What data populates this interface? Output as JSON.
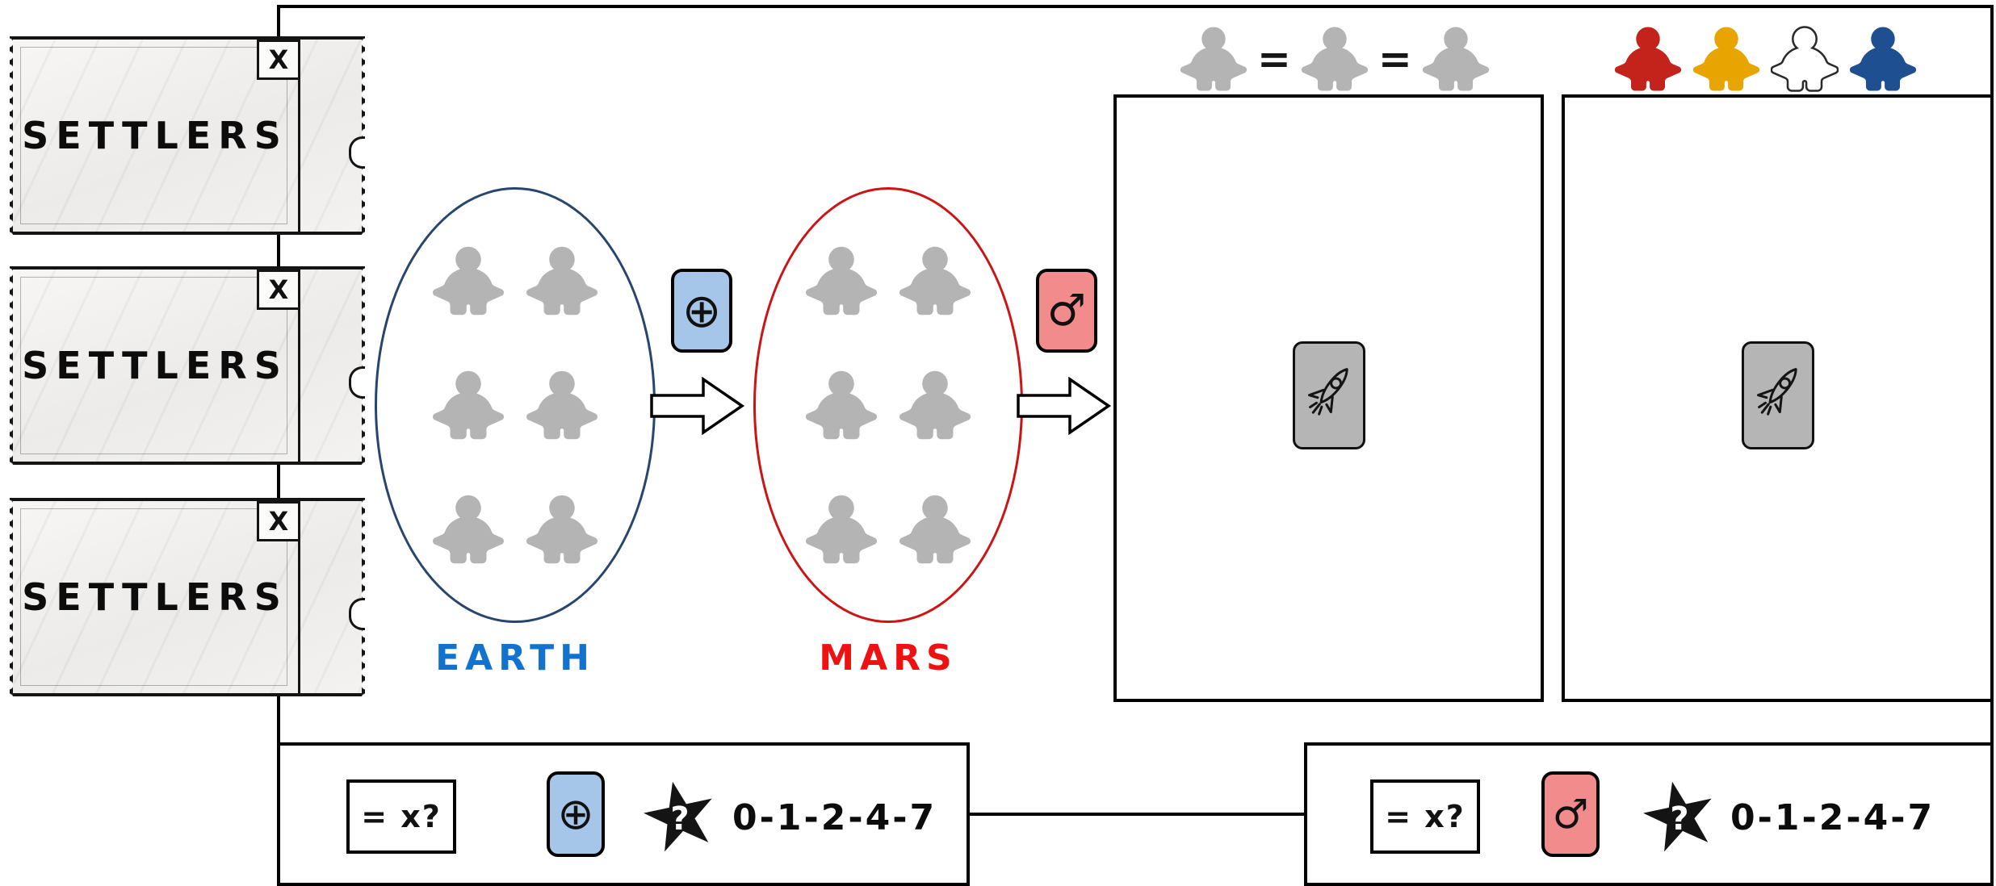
{
  "colors": {
    "meeple_gray": "#b4b4b4",
    "meeple_red": "#c4231b",
    "meeple_yellow": "#e8a400",
    "meeple_white": "#ffffff",
    "meeple_blue": "#1d4f91",
    "earth_outline": "#27466f",
    "mars_outline": "#cc1414",
    "earth_label": "#1173cd",
    "mars_label": "#ee1111",
    "earth_badge_bg": "#a5c6e9",
    "mars_badge_bg": "#f28b8b",
    "card_bg": "#b5b5b5"
  },
  "tickets": {
    "count": 3,
    "label": "SETTLERS",
    "close_label": "X"
  },
  "earth": {
    "label": "EARTH",
    "symbol": "⊕",
    "meeple_count": 6
  },
  "mars": {
    "label": "MARS",
    "symbol": "♂",
    "meeple_count": 6
  },
  "equality": {
    "equals": "="
  },
  "player_colors": [
    "red",
    "yellow",
    "white",
    "blue"
  ],
  "legend_left": {
    "equation": "= x?",
    "symbol": "⊕",
    "star_label": "?",
    "scores": "0-1-2-4-7"
  },
  "legend_right": {
    "equation": "= x?",
    "symbol": "♂",
    "star_label": "?",
    "scores": "0-1-2-4-7"
  }
}
